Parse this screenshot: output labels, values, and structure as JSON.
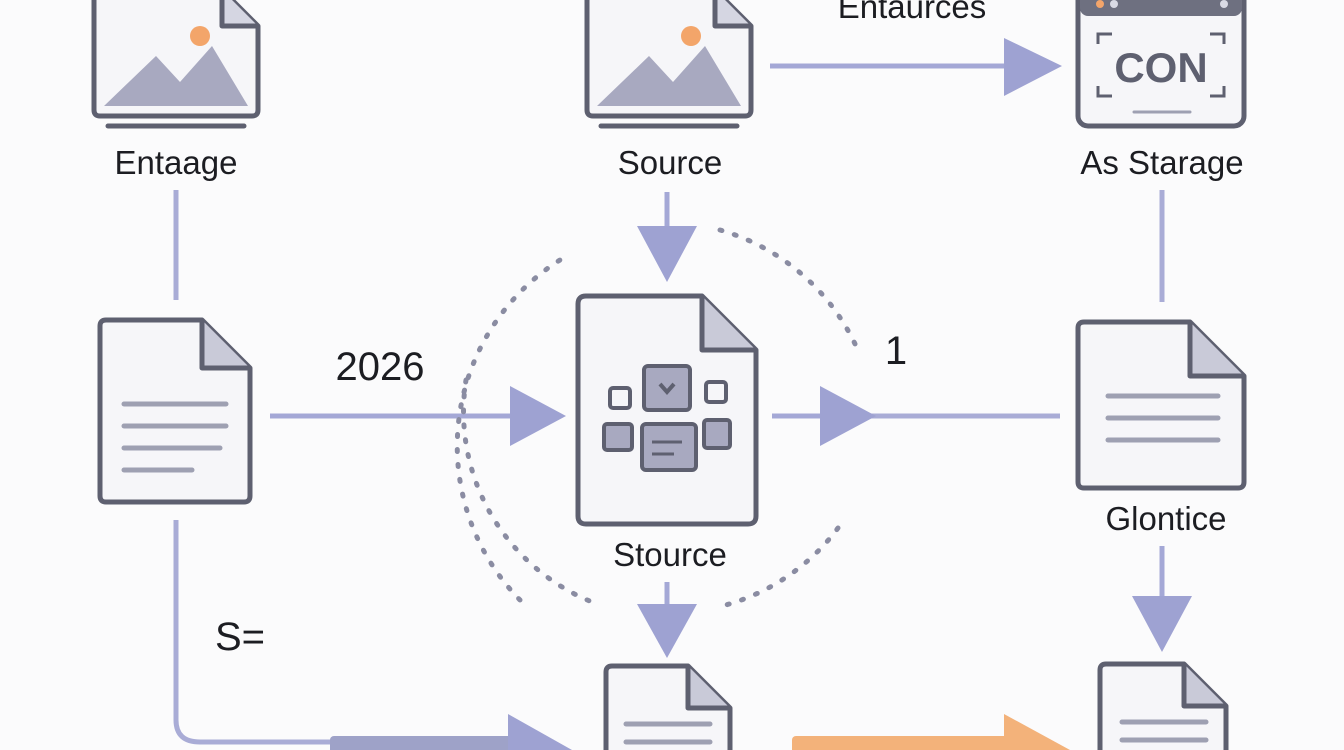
{
  "labels": {
    "top_arrow": "Entaurces",
    "image_left": "Entaage",
    "image_center": "Source",
    "storage": "As Starage",
    "year": "2026",
    "number": "1",
    "center_doc": "Stource",
    "right_doc": "Glontice",
    "s_marker": "S="
  },
  "storage_icon": {
    "text": "CON"
  },
  "colors": {
    "stroke": "#5e6070",
    "fill_doc": "#f6f6f9",
    "mountain": "#a8a9c0",
    "sun": "#f3a56a",
    "arrow": "#9ea2d2",
    "arrow_orange": "#f3b27a",
    "dotted": "#8a8ca2"
  },
  "icons": [
    "image-file-icon",
    "document-icon",
    "storage-window-icon",
    "dashboard-document-icon"
  ]
}
